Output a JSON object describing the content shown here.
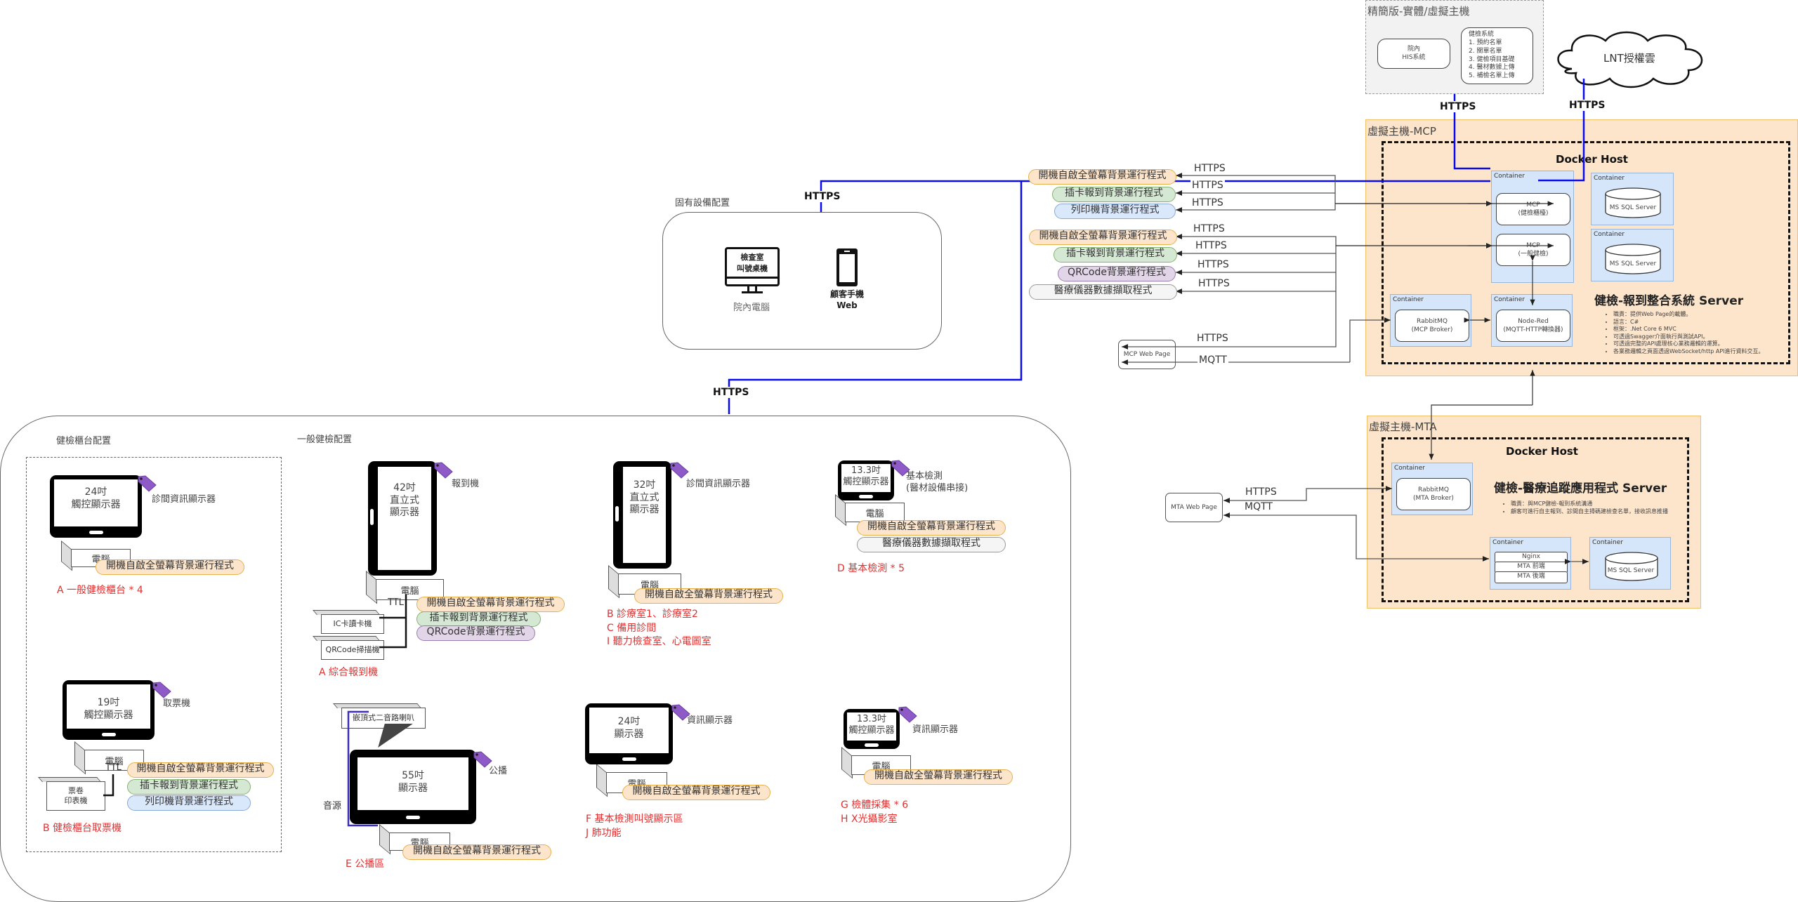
{
  "simple_host": {
    "title": "精簡版-實體/虛擬主機",
    "his": [
      "院內",
      "HIS系統"
    ],
    "health_system": [
      "健檢系統",
      "1. 預約名單",
      "2. 關單名單",
      "3. 健檢項目基礎",
      "4. 醫材數據上傳",
      "5. 補檢名單上傳"
    ]
  },
  "cloud": {
    "label": "LNT授權雲"
  },
  "protocols": {
    "https": "HTTPS",
    "mqtt": "MQTT",
    "ttl": "TTL",
    "audio": "音源"
  },
  "mcp_vm": {
    "title": "虛擬主機-MCP",
    "docker_title": "Docker Host",
    "container_label": "Container",
    "mcp_counter": [
      "MCP",
      "(健檢櫃檯)"
    ],
    "mcp_general": [
      "MCP",
      "(一般健檢)"
    ],
    "sql1": "MS SQL Server",
    "sql2": "MS SQL Server",
    "rabbitmq": [
      "RabbitMQ",
      "(MCP Broker)"
    ],
    "nodered": [
      "Node-Red",
      "(MQTT-HTTP轉換器)"
    ],
    "server_title": "健檢-報到整合系統 Server",
    "bullets": [
      "職責：提供Web Page的載體。",
      "語言：C#",
      "框架：.Net Core 6 MVC",
      "可透過Swagger介面執行與測試API。",
      "可透過完整的API處理核心業務邏輯的運算。",
      "各業務邏輯之頁面透過WebSocket/http API進行資料交互。"
    ]
  },
  "mta_vm": {
    "title": "虛擬主機-MTA",
    "docker_title": "Docker Host",
    "container_label": "Container",
    "rabbitmq": [
      "RabbitMQ",
      "(MTA Broker)"
    ],
    "server_title": "健檢-醫療追蹤應用程式 Server",
    "bullets": [
      "職責：與MCP健檢-報到系統溝通",
      "顧客可進行自主報到、診間自主掃碼建檢查名單，接收訊息推播"
    ],
    "stack": [
      "Nginx",
      "MTA 前端",
      "MTA 後端"
    ],
    "sql": "MS SQL Server"
  },
  "web_pages": {
    "mcp": "MCP Web Page",
    "mta": "MTA Web Page"
  },
  "programs": {
    "group1": [
      "開機自啟全螢幕背景運行程式",
      "插卡報到背景運行程式",
      "列印機背景運行程式"
    ],
    "group2": [
      "開機自啟全螢幕背景運行程式",
      "插卡報到背景運行程式",
      "QRCode背景運行程式",
      "醫療儀器數據擷取程式"
    ]
  },
  "fixed_devices": {
    "title": "固有設備配置",
    "desktop_screen": [
      "檢查室",
      "叫號桌機"
    ],
    "desktop_label": "院內電腦",
    "phone_label": [
      "顧客手機",
      "Web"
    ]
  },
  "counter_area": {
    "title": "健檢櫃台配置",
    "station_a": {
      "screen": [
        "24吋",
        "觸控顯示器"
      ],
      "tag": "診間資訊顯示器",
      "pc": "電腦",
      "programs": [
        "開機自啟全螢幕背景運行程式"
      ],
      "caption": [
        "A 一般健檢櫃台 * 4"
      ]
    },
    "station_b": {
      "screen": [
        "19吋",
        "觸控顯示器"
      ],
      "tag": "取票機",
      "pc": "電腦",
      "printer": [
        "票卷",
        "印表機"
      ],
      "programs": [
        "開機自啟全螢幕背景運行程式",
        "插卡報到背景運行程式",
        "列印機背景運行程式"
      ],
      "caption": [
        "B 健檢櫃台取票機"
      ]
    }
  },
  "general_area": {
    "title": "一般健檢配置",
    "kiosk": {
      "screen": [
        "42吋",
        "直立式",
        "顯示器"
      ],
      "tag": "報到機",
      "pc": "電腦",
      "devices": [
        "IC卡讀卡機",
        "QRCode掃描機"
      ],
      "programs": [
        "開機自啟全螢幕背景運行程式",
        "插卡報到背景運行程式",
        "QRCode背景運行程式"
      ],
      "caption": [
        "A 綜合報到機"
      ]
    },
    "clinic": {
      "screen": [
        "32吋",
        "直立式",
        "顯示器"
      ],
      "tag": "診間資訊顯示器",
      "pc": "電腦",
      "programs": [
        "開機自啟全螢幕背景運行程式"
      ],
      "caption": [
        "B 診療室1、診療室2",
        "C 備用診間",
        "I 聽力檢查室、心電圖室"
      ]
    },
    "basic": {
      "screen": [
        "13.3吋",
        "觸控顯示器"
      ],
      "tag": [
        "基本檢測",
        "(醫材設備串接)"
      ],
      "pc": "電腦",
      "programs": [
        "開機自啟全螢幕背景運行程式",
        "醫療儀器數據擷取程式"
      ],
      "caption": [
        "D 基本檢測 * 5"
      ]
    },
    "broadcast": {
      "screen": [
        "55吋",
        "顯示器"
      ],
      "tag": "公播",
      "pc": "電腦",
      "speaker": "嵌頂式二音路喇叭",
      "programs": [
        "開機自啟全螢幕背景運行程式"
      ],
      "caption": [
        "E 公播區"
      ]
    },
    "info24": {
      "screen": [
        "24吋",
        "顯示器"
      ],
      "tag": "資訊顯示器",
      "pc": "電腦",
      "programs": [
        "開機自啟全螢幕背景運行程式"
      ],
      "caption": [
        "F 基本檢測叫號顯示區",
        "J 肺功能"
      ]
    },
    "info13": {
      "screen": [
        "13.3吋",
        "觸控顯示器"
      ],
      "tag": "資訊顯示器",
      "pc": "電腦",
      "programs": [
        "開機自啟全螢幕背景運行程式"
      ],
      "caption": [
        "G 檢體採集 * 6",
        "H X光攝影室"
      ]
    }
  },
  "colors": {
    "link_blue": "#0000ee",
    "vm_fill": "#fde5cc",
    "container_fill": "#d6e6fa",
    "caption_red": "#e03030",
    "tag_purple": "#8e5ac8"
  }
}
